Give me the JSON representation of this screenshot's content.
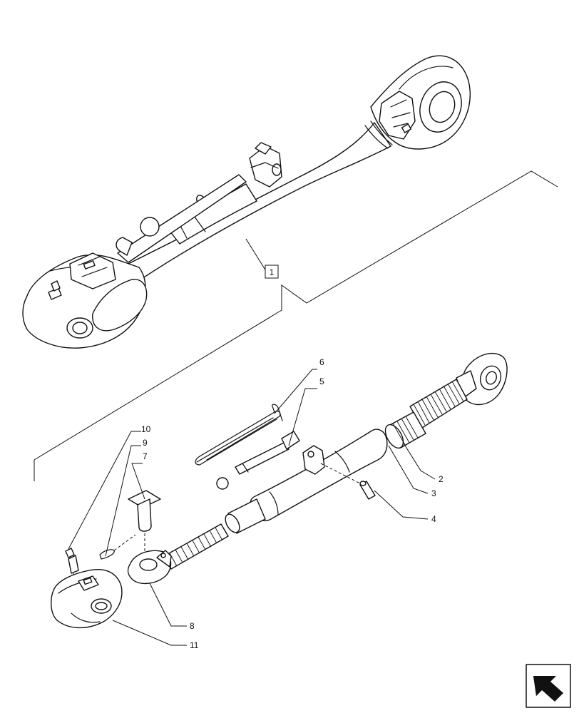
{
  "assembly": {
    "callout": "1"
  },
  "callouts": [
    {
      "id": "c2",
      "label": "2"
    },
    {
      "id": "c3",
      "label": "3"
    },
    {
      "id": "c4",
      "label": "4"
    },
    {
      "id": "c5",
      "label": "5"
    },
    {
      "id": "c6",
      "label": "6"
    },
    {
      "id": "c7",
      "label": "7"
    },
    {
      "id": "c8",
      "label": "8"
    },
    {
      "id": "c9",
      "label": "9"
    },
    {
      "id": "c10",
      "label": "10"
    },
    {
      "id": "c11",
      "label": "11"
    }
  ],
  "navigation": {
    "icon": "arrow-icon"
  }
}
